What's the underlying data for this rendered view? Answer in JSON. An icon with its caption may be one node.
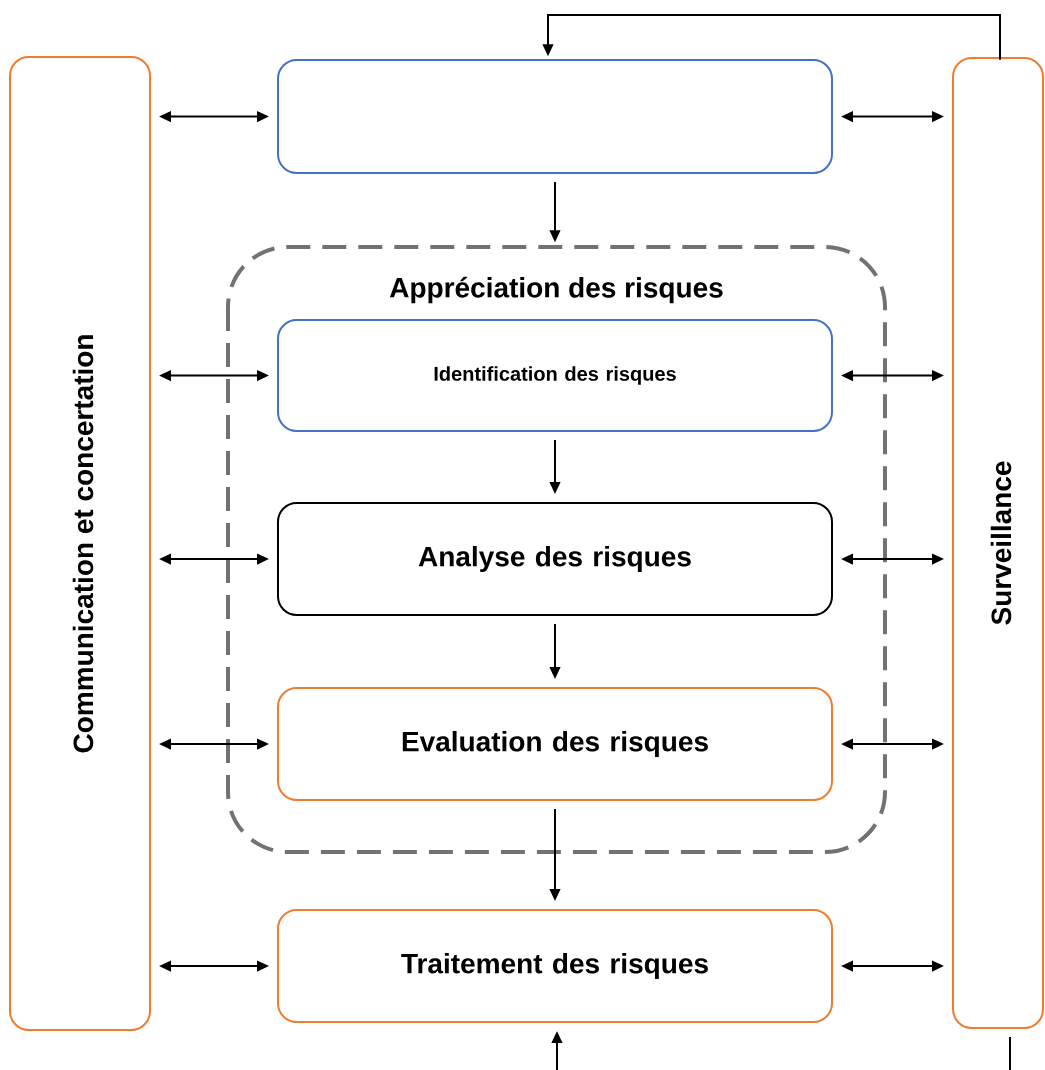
{
  "diagram": {
    "nodes": [
      {
        "text": [
          "Communication et concertation"
        ]
      },
      {
        "text": [],
        "shape": "box"
      },
      {
        "text": [
          "Appréciation des risques"
        ]
      },
      {
        "text": [
          "Identification des risques"
        ],
        "in": 2
      },
      {
        "text": [
          "Analyse des risques"
        ],
        "in": 2
      },
      {
        "text": [
          "Evaluation des risques"
        ],
        "in": 2
      },
      {
        "text": [
          "Traitement des risques"
        ]
      },
      {
        "text": [
          "Surveillance"
        ]
      }
    ],
    "edges": [
      {
        "from": 0,
        "to": 1,
        "arrow": "both"
      },
      {
        "from": 1,
        "to": 7,
        "arrow": "both"
      },
      {
        "from": 7,
        "to": 1,
        "arrow": "to"
      },
      {
        "from": 1,
        "to": 2,
        "arrow": "to"
      },
      {
        "from": 0,
        "to": 3,
        "arrow": "both"
      },
      {
        "from": 3,
        "to": 7,
        "arrow": "both"
      },
      {
        "from": 3,
        "to": 4,
        "arrow": "to"
      },
      {
        "from": 0,
        "to": 4,
        "arrow": "both"
      },
      {
        "from": 4,
        "to": 7,
        "arrow": "both"
      },
      {
        "from": 4,
        "to": 5,
        "arrow": "to"
      },
      {
        "from": 0,
        "to": 5,
        "arrow": "both"
      },
      {
        "from": 5,
        "to": 7,
        "arrow": "both"
      },
      {
        "from": 5,
        "to": 6,
        "arrow": "to"
      },
      {
        "from": 0,
        "to": 6,
        "arrow": "both"
      },
      {
        "from": 6,
        "to": 7,
        "arrow": "both"
      },
      {
        "from": null,
        "to": 6,
        "arrow": "to"
      },
      {
        "from": 7,
        "to": null,
        "arrow": "none"
      }
    ]
  }
}
